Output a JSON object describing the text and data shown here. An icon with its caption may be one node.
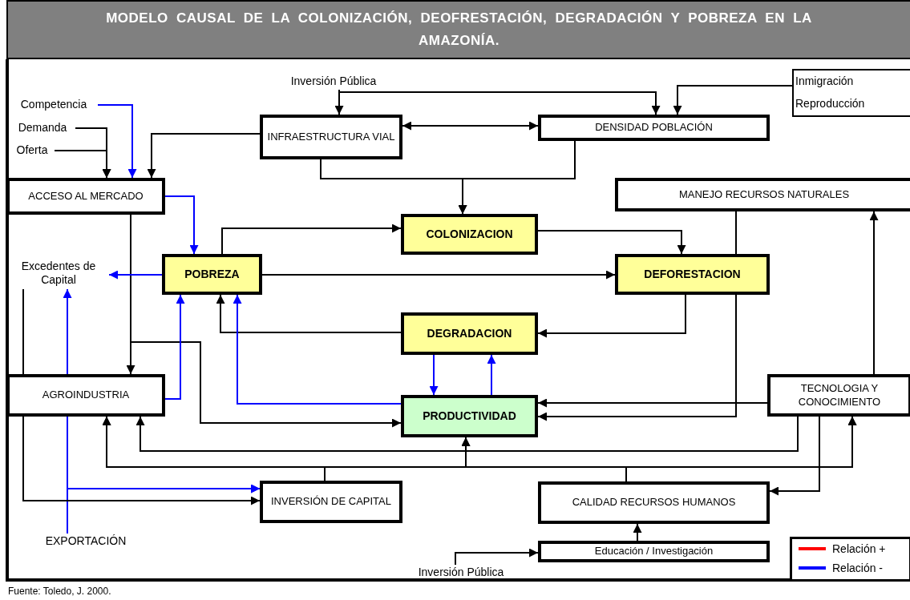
{
  "diagram": {
    "title": "MODELO CAUSAL DE LA COLONIZACIÓN, DEOFRESTACIÓN, DEGRADACIÓN Y POBREZA EN LA AMAZONÍA.",
    "caption": "Fuente: Toledo, J. 2000.",
    "nodes": [
      {
        "text": [
          "Inversión Pública"
        ]
      },
      {
        "text": [
          "Inmigración",
          "Reproducción"
        ]
      },
      {
        "text": [
          "Competencia"
        ]
      },
      {
        "text": [
          "Demanda"
        ]
      },
      {
        "text": [
          "Oferta"
        ]
      },
      {
        "text": [
          "INFRAESTRUCTURA VIAL"
        ]
      },
      {
        "text": [
          "DENSIDAD POBLACIÓN"
        ]
      },
      {
        "text": [
          "ACCESO AL MERCADO"
        ]
      },
      {
        "text": [
          "MANEJO RECURSOS NATURALES"
        ]
      },
      {
        "text": [
          "COLONIZACION"
        ]
      },
      {
        "text": [
          "Excedentes de Capital"
        ]
      },
      {
        "text": [
          "POBREZA"
        ]
      },
      {
        "text": [
          "DEFORESTACION"
        ]
      },
      {
        "text": [
          "DEGRADACION"
        ]
      },
      {
        "text": [
          "AGROINDUSTRIA"
        ]
      },
      {
        "text": [
          "PRODUCTIVIDAD"
        ]
      },
      {
        "text": [
          "TECNOLOGIA Y CONOCIMIENTO"
        ]
      },
      {
        "text": [
          "INVERSIÓN DE CAPITAL"
        ]
      },
      {
        "text": [
          "CALIDAD RECURSOS HUMANOS"
        ]
      },
      {
        "text": [
          "EXPORTACIÓN"
        ]
      },
      {
        "text": [
          "Educación / Investigación"
        ]
      },
      {
        "text": [
          "Inversión Pública"
        ]
      }
    ],
    "edges": [
      {
        "from": 0,
        "to": 5,
        "arrow": "to"
      },
      {
        "from": 0,
        "to": 6,
        "arrow": "to"
      },
      {
        "from": 1,
        "to": 6,
        "arrow": "to"
      },
      {
        "from": 5,
        "to": 6,
        "arrow": "both"
      },
      {
        "from": 2,
        "to": 7,
        "arrow": "to",
        "color": "#0000ff"
      },
      {
        "from": 3,
        "to": 7,
        "arrow": "to"
      },
      {
        "from": 4,
        "to": 7,
        "arrow": "to"
      },
      {
        "from": 5,
        "to": 7,
        "arrow": "to"
      },
      {
        "from": 5,
        "to": 9,
        "arrow": "to"
      },
      {
        "from": 6,
        "to": 9,
        "arrow": "to"
      },
      {
        "from": 7,
        "to": 11,
        "arrow": "to",
        "color": "#0000ff"
      },
      {
        "from": 7,
        "to": 14,
        "arrow": "to"
      },
      {
        "from": 7,
        "to": 15,
        "arrow": "to"
      },
      {
        "from": 11,
        "to": 9,
        "arrow": "to"
      },
      {
        "from": 9,
        "to": 12,
        "arrow": "to"
      },
      {
        "from": 11,
        "to": 12,
        "arrow": "to"
      },
      {
        "from": 11,
        "to": 10,
        "arrow": "to",
        "color": "#0000ff"
      },
      {
        "from": 12,
        "to": 13,
        "arrow": "to"
      },
      {
        "from": 13,
        "to": 11,
        "arrow": "to"
      },
      {
        "from": 13,
        "to": 15,
        "arrow": "to",
        "color": "#0000ff"
      },
      {
        "from": 15,
        "to": 13,
        "arrow": "to",
        "color": "#0000ff"
      },
      {
        "from": 15,
        "to": 11,
        "arrow": "to",
        "color": "#0000ff"
      },
      {
        "from": 14,
        "to": 11,
        "arrow": "to",
        "color": "#0000ff"
      },
      {
        "from": 14,
        "to": 10,
        "arrow": "to",
        "color": "#0000ff"
      },
      {
        "from": 19,
        "to": 17,
        "arrow": "to",
        "color": "#0000ff"
      },
      {
        "from": 14,
        "to": 17,
        "arrow": "to",
        "color": "#0000ff"
      },
      {
        "from": 10,
        "to": 14,
        "arrow": "none"
      },
      {
        "from": 14,
        "to": 17,
        "arrow": "to"
      },
      {
        "from": 17,
        "to": 14,
        "arrow": "to"
      },
      {
        "from": 17,
        "to": 15,
        "arrow": "to"
      },
      {
        "from": 17,
        "to": 16,
        "arrow": "to"
      },
      {
        "from": 18,
        "to": 14,
        "arrow": "to"
      },
      {
        "from": 18,
        "to": 15,
        "arrow": "to"
      },
      {
        "from": 18,
        "to": 16,
        "arrow": "to"
      },
      {
        "from": 16,
        "to": 14,
        "arrow": "to"
      },
      {
        "from": 16,
        "to": 18,
        "arrow": "to"
      },
      {
        "from": 16,
        "to": 15,
        "arrow": "to"
      },
      {
        "from": 8,
        "to": 12,
        "arrow": "none"
      },
      {
        "from": 12,
        "to": 15,
        "arrow": "to"
      },
      {
        "from": 16,
        "to": 8,
        "arrow": "to"
      },
      {
        "from": 20,
        "to": 18,
        "arrow": "to"
      },
      {
        "from": 21,
        "to": 20,
        "arrow": "to"
      }
    ],
    "legend": [
      {
        "text": "Relación +",
        "color": "#ff0000"
      },
      {
        "text": "Relación -",
        "color": "#0000ff"
      }
    ]
  }
}
